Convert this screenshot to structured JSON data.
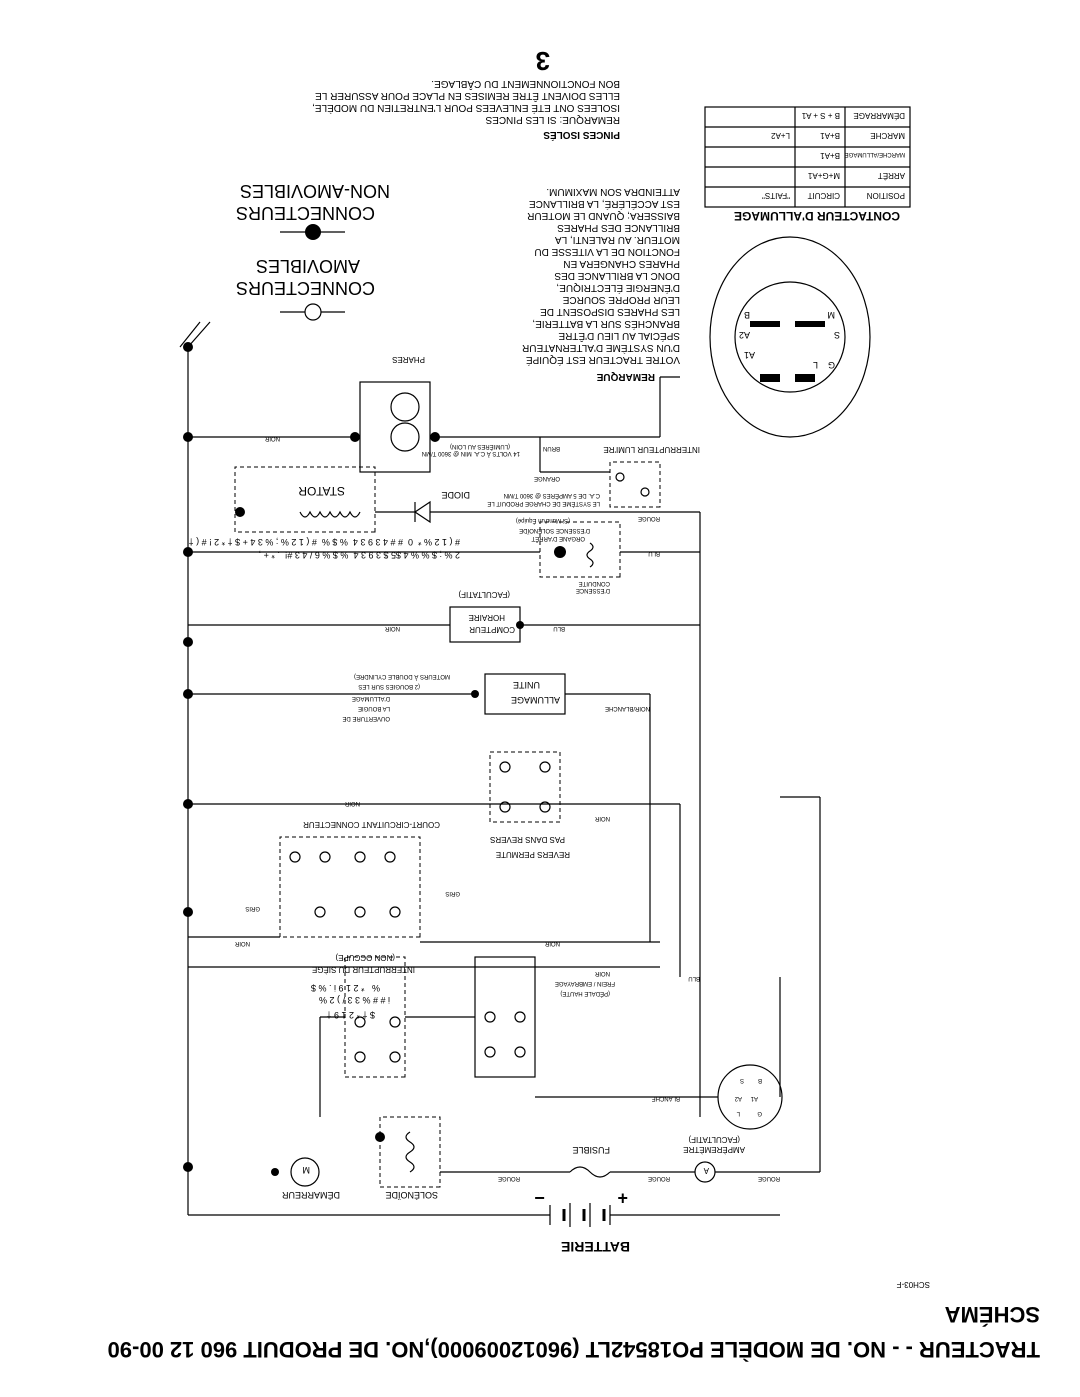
{
  "header": {
    "title": "TRACTEUR - - NO. DE MODÈLE PO18542LT (96012009000),NO. DE PRODUIT 960 12 00-90",
    "subtitle": "SCHÉMA",
    "doc_code": "SCH03-F",
    "page_number": "3"
  },
  "legend": {
    "removable_1": "CONNECTEURS",
    "removable_2": "AMOVIBLES",
    "fixed_1": "CONNECTEURS",
    "fixed_2": "NON-AMOVIBLES"
  },
  "pinces": {
    "title": "PINCES ISOLÉS",
    "lines": [
      "REMARQUE: SI LES PINCES",
      "ISOLEES ONT ETÉ ENLEVEES POUR L'ENTRETIEN DU MODÈLE,",
      "ELLES DOIVENT ÊTRE REMISES EN PLACE POUR ASSURER LE",
      "BON FONCTIONNEMENT DU CÂBLAGE."
    ]
  },
  "remarque": {
    "title": "REMARQUE",
    "lines": [
      "VOTRE TRACTEUR EST ÉQUIPÉ",
      "D'UN SYSTÈME D'ALTERNATEUR",
      "SPÉCIAL AU LIEU D'ÊTRE",
      "BRANCHÉS SUR LA BATTERIE,",
      "LES PHARES DISPOSENT DE",
      "LEUR PROPRE SOURCE",
      "D'ÉNERGIE ÉLECTRIQUE,",
      "DONC LA BRILLANCE DES",
      "PHARES CHANGERA EN",
      "FONCTION DE LA VITESSE DU",
      "MOTEUR. AU RALENTI, LA",
      "BRILLANCE DES PHARES",
      "BAISSERA; QUAND LE MOTEUR",
      "EST ACCÉLÉRÉ, LA BRILLANCE",
      "ATTEINDRA SON MAXIMUM."
    ]
  },
  "contacteur": {
    "title": "CONTACTEUR D'ALLUMAGE",
    "headers": [
      "POSITION",
      "CIRCUIT",
      "\"FAITS\""
    ],
    "rows": [
      [
        "ARRÊT",
        "M+G+A1",
        ""
      ],
      [
        "MARCHE/ALLUMAGE",
        "B+A1",
        ""
      ],
      [
        "MARCHE",
        "B+A1",
        "L+A2"
      ],
      [
        "DÉMARRAGE",
        "B + S + A1",
        ""
      ]
    ],
    "terminals": [
      "B",
      "M",
      "S",
      "A2",
      "A1",
      "G",
      "L"
    ]
  },
  "components": {
    "phares": "PHARES",
    "interrupteur_lumiere": "INTERRUPTEUR LUMI'RE",
    "stator": "STATOR",
    "diode": "DIODE",
    "diode_note": "LE SYSTÈME DE CHARGE PRODUIT LE",
    "diode_note2": "C.A. DE 5 AMPÈRES @ 3600 T/MN",
    "lumiere_note": "14 VOLTS À C.A. MIN @ 3600 T/MN",
    "lumiere_note2": "(LUMIÈRES AU LOIN)",
    "organe_arret": "ORGANE D'ARRÊT",
    "solenoide_essence": "D'ESSENCE SOLÉNOÏDE",
    "solenoide_note": "(Si Mund'un Équipé)",
    "conduite": "CONDUITE",
    "essence": "D'ESSENCE",
    "facultatif": "(FACULTATIF)",
    "compteur": "COMPTEUR",
    "horaire": "HORAIRE",
    "allumage": "ALLUMAGE",
    "unite": "UNITE",
    "ouverture": "OUVERTURE DE",
    "bougie": "LA BOUGIE",
    "allumage2": "D'ALLUMAGE",
    "bougies_note": "(2 BOUGIES SUR LES",
    "moteurs_note": "MOTEURS À DOUBLE CYLINDRE)",
    "court_circuit": "COURT-CIRCUITANT CONNECTEUR",
    "pas_revers": "PAS DANS REVERS",
    "revers_permute": "REVERS PERMUTE",
    "interrupteur_siege": "INTERRUPTEUR DU SIÈGE",
    "non_occupe": "(NON OCCUPE)",
    "frein": "FREIN / EMBRAYAGE",
    "pedale": "(PÉDALE HAUTE)",
    "solenoide": "SOLÉNOÏDE",
    "demarreur": "DÉMARREUR",
    "fusible": "FUSIBLE",
    "amperemetre": "AMPÈREMÈTRE",
    "amperemetre_fac": "(FACULTATIF)",
    "batterie": "BATTERIE",
    "motor_label": "M",
    "amp_label": "A"
  },
  "wire_colors": {
    "noir": "NOIR",
    "brun": "BRUN",
    "orange": "ORANGE",
    "rouge": "ROUGE",
    "blu": "BLU",
    "gris": "GRIS",
    "noir_blanche": "NOIR/BLANCHE",
    "blanche": "BLANCHE"
  },
  "garbled": {
    "line1": "2 % ; $ % ­% 4 $5 $ 3 9 3 4 ­ % $ % 6 / 4 3 #! ­ . * + ,  ­ ­ ­ ­ ­ ­ ­",
    "line2": "# ( 1 2 %   * ­ 0 ­ # #   4   3 9 3 4 ­ % $ % ­ # ( 1 2 % ; % 3 4 + $ † * 2 ! # ( †",
    "line3": "$ † * 2 1 9 †",
    "line4": "i # # % 3 3 / ) 2 %",
    "line5": "% ­ ­ * 2 1 9 i . % $"
  }
}
